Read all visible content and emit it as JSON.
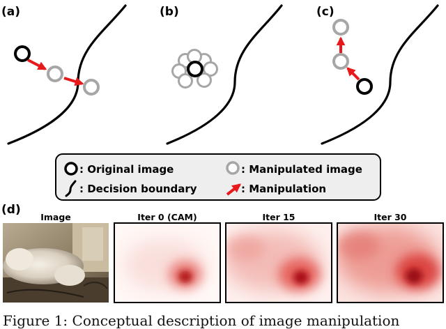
{
  "panels": {
    "a": {
      "label": "(a)"
    },
    "b": {
      "label": "(b)"
    },
    "c": {
      "label": "(c)"
    },
    "d": {
      "label": "(d)"
    }
  },
  "legend": {
    "original_label": ": Original image",
    "manipulated_label": ": Manipulated image",
    "boundary_label": ": Decision boundary",
    "manipulation_label": ": Manipulation"
  },
  "heatmaps": {
    "items": [
      {
        "title": "Image"
      },
      {
        "title": "Iter 0 (CAM)",
        "intensity": 0.25
      },
      {
        "title": "Iter 15",
        "intensity": 0.6
      },
      {
        "title": "Iter 30",
        "intensity": 1.0
      }
    ]
  },
  "caption": "Figure 1:  Conceptual description of image manipulation",
  "colors": {
    "original_circle": "#000000",
    "manipulated_circle": "#a6a6a6",
    "arrow": "#e8191b",
    "legend_bg": "#eeeeee",
    "heat": "#d7262a"
  }
}
